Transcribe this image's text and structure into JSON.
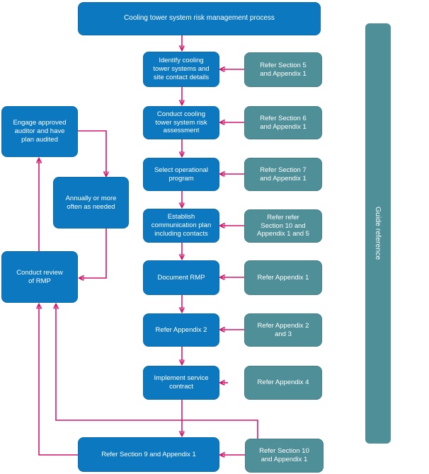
{
  "colors": {
    "process_box_blue": "#0b78c0",
    "reference_box_teal": "#4f8f98",
    "connector_pink": "#d4156a",
    "box_text": "#ffffff",
    "background": "#ffffff"
  },
  "flow": {
    "start": "Cooling tower system risk management process",
    "steps": [
      "Identify cooling tower systems and site contact details",
      "Conduct cooling tower system risk assessment",
      "Select operational program",
      "Establish communication plan including contacts",
      "Document RMP",
      "Refer Appendix 2",
      "Implement service contract"
    ],
    "references": [
      "Refer Section 5 and Appendix 1",
      "Refer Section 6 and Appendix 1",
      "Refer Section 7 and Appendix 1",
      "Refer refer Section 10 and Appendix 1 and 5",
      "Refer Appendix 1",
      "Refer Appendix 2 and 3",
      "Refer Appendix 4",
      "Refer Section 10 and Appendix 1"
    ],
    "review_loop": [
      "Engage approved auditor and have plan audited",
      "Annually or more often as needed",
      "Conduct review of RMP"
    ],
    "audit_reference": "Refer Section 9 and Appendix 1",
    "guide_bar": "Guide reference"
  }
}
